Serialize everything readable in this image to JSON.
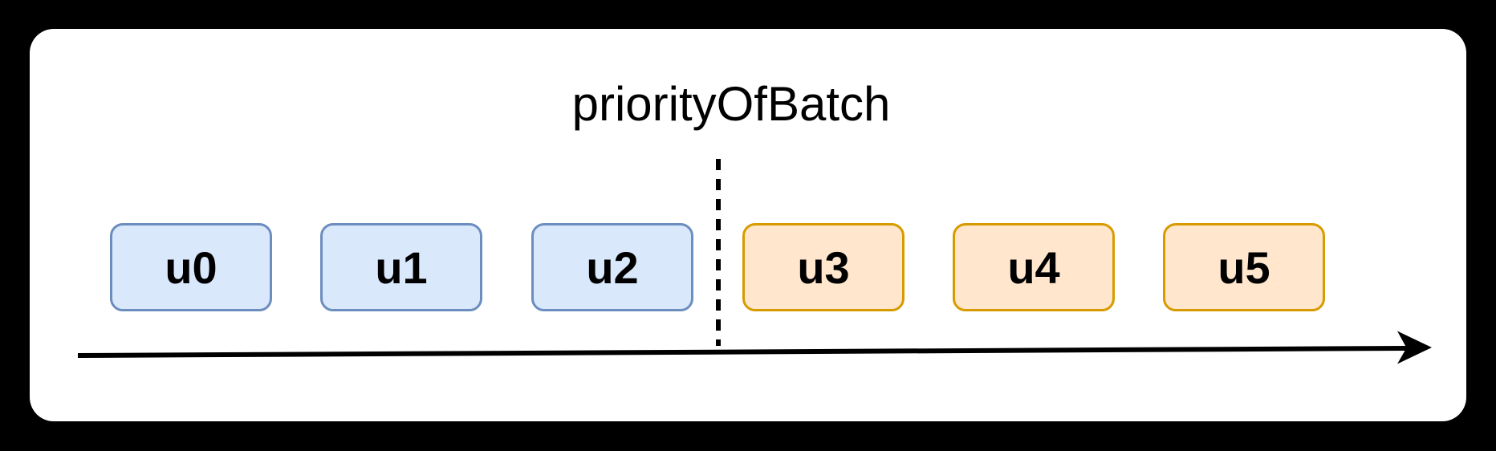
{
  "diagram": {
    "title": "priorityOfBatch",
    "nodes": [
      {
        "label": "u0",
        "group": "blue"
      },
      {
        "label": "u1",
        "group": "blue"
      },
      {
        "label": "u2",
        "group": "blue"
      },
      {
        "label": "u3",
        "group": "orange"
      },
      {
        "label": "u4",
        "group": "orange"
      },
      {
        "label": "u5",
        "group": "orange"
      }
    ],
    "divider": {
      "style": "dashed",
      "orientation": "vertical"
    },
    "axis_arrow": {
      "direction": "right"
    },
    "colors": {
      "background": "#000000",
      "canvas": "#ffffff",
      "text": "#000000",
      "line": "#000000",
      "blue_fill": "#dae8fc",
      "blue_border": "#6c8ebf",
      "orange_fill": "#ffe6cc",
      "orange_border": "#d79b00"
    }
  }
}
